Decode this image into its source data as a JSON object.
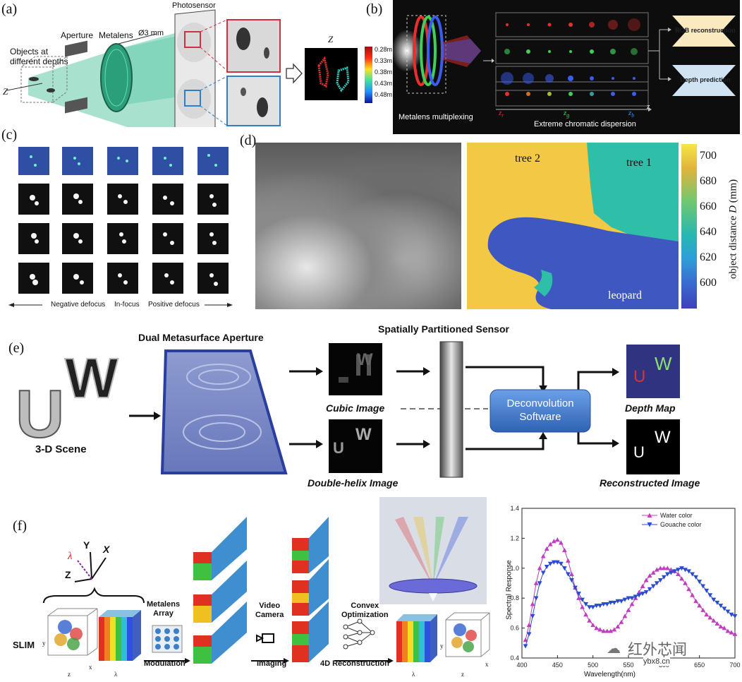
{
  "panel_labels": {
    "a": "(a)",
    "b": "(b)",
    "c": "(c)",
    "d": "(d)",
    "e": "(e)",
    "f": "(f)"
  },
  "panel_a": {
    "objects_label_line1": "Objects at",
    "objects_label_line2": "different depths",
    "aperture": "Aperture",
    "metalens": "Metalens",
    "diameter": "Ø3 mm",
    "photosensor": "Photosensor",
    "axis_z_left": "Z",
    "axis_z_top": "Z",
    "colorbar_ticks": [
      "0.28m",
      "0.33m",
      "0.38m",
      "0.43m",
      "0.48m"
    ]
  },
  "panel_b": {
    "multiplexing": "Metalens multiplexing",
    "dispersion": "Extreme chromatic dispersion",
    "rgb_reconstruction": "RGB reconstruction",
    "depth_prediction": "Depth prediction",
    "zr": "z",
    "zg": "z",
    "zb": "z",
    "sub_r": "r",
    "sub_g": "g",
    "sub_b": "b",
    "axis_z": "z",
    "colors": {
      "red": "#e8302a",
      "green": "#3fd05a",
      "blue": "#3a5cf0"
    }
  },
  "panel_c": {
    "negative": "Negative defocus",
    "in_focus": "In-focus",
    "positive": "Positive defocus"
  },
  "panel_d": {
    "tree2": "tree 2",
    "tree1": "tree 1",
    "leopard": "leopard",
    "colorbar_label_prefix": "object distance ",
    "colorbar_label_var": "D",
    "colorbar_label_unit": " (mm)",
    "colorbar_ticks": [
      "700",
      "680",
      "660",
      "640",
      "620",
      "600"
    ]
  },
  "panel_e": {
    "title_aperture": "Dual Metasurface Aperture",
    "title_sensor": "Spatially Partitioned Sensor",
    "scene": "3-D Scene",
    "letter_u": "U",
    "letter_w": "W",
    "cubic": "Cubic Image",
    "double_helix": "Double-helix Image",
    "deconv_line1": "Deconvolution",
    "deconv_line2": "Software",
    "depth_map": "Depth Map",
    "reconstructed": "Reconstructed Image"
  },
  "panel_f": {
    "slim": "SLIM",
    "metalens_line1": "Metalens",
    "metalens_line2": "Array",
    "modulation": "Modulation",
    "video_line1": "Video",
    "video_line2": "Camera",
    "imaging": "Imaging",
    "convex_line1": "Convex",
    "convex_line2": "Optimization",
    "reconstruction": "4D Reconstruction",
    "axis_lambda": "λ",
    "axis_y": "Y",
    "axis_x": "X",
    "axis_z": "Z",
    "small_y": "y",
    "small_x": "x",
    "small_z": "z",
    "small_lambda": "λ"
  },
  "watermark": {
    "text": "红外芯闻",
    "url": "ybx8.cn"
  },
  "chart_data": {
    "type": "scatter",
    "xlabel": "Wavelength(nm)",
    "ylabel": "Spectral Response",
    "xlim": [
      400,
      700
    ],
    "ylim": [
      0.4,
      1.4
    ],
    "xticks": [
      "400",
      "450",
      "500",
      "550",
      "600",
      "650",
      "700"
    ],
    "yticks": [
      "0.4",
      "0.6",
      "0.8",
      "1.0",
      "1.2",
      "1.4"
    ],
    "legend": "top-right",
    "series": [
      {
        "name": "Water color",
        "marker": "triangle-up",
        "color": "#c03cc0",
        "x": [
          405,
          410,
          415,
          420,
          425,
          430,
          435,
          440,
          445,
          450,
          455,
          460,
          465,
          470,
          475,
          480,
          485,
          490,
          495,
          500,
          505,
          510,
          515,
          520,
          525,
          530,
          535,
          540,
          545,
          550,
          555,
          560,
          565,
          570,
          575,
          580,
          585,
          590,
          595,
          600,
          605,
          610,
          615,
          620,
          625,
          630,
          635,
          640,
          645,
          650,
          655,
          660,
          665,
          670,
          675,
          680,
          685,
          690,
          695,
          700
        ],
        "y": [
          0.52,
          0.62,
          0.76,
          0.9,
          1.0,
          1.08,
          1.13,
          1.16,
          1.18,
          1.19,
          1.17,
          1.12,
          1.05,
          0.96,
          0.87,
          0.8,
          0.74,
          0.69,
          0.65,
          0.62,
          0.6,
          0.59,
          0.58,
          0.58,
          0.58,
          0.59,
          0.61,
          0.64,
          0.68,
          0.72,
          0.76,
          0.8,
          0.84,
          0.88,
          0.92,
          0.95,
          0.97,
          0.99,
          1.0,
          1.0,
          1.0,
          0.99,
          0.98,
          0.96,
          0.93,
          0.9,
          0.86,
          0.82,
          0.78,
          0.75,
          0.72,
          0.69,
          0.67,
          0.65,
          0.63,
          0.61,
          0.6,
          0.58,
          0.57,
          0.56
        ]
      },
      {
        "name": "Gouache color",
        "marker": "triangle-down",
        "color": "#2a4bd0",
        "x": [
          405,
          410,
          415,
          420,
          425,
          430,
          435,
          440,
          445,
          450,
          455,
          460,
          465,
          470,
          475,
          480,
          485,
          490,
          495,
          500,
          505,
          510,
          515,
          520,
          525,
          530,
          535,
          540,
          545,
          550,
          555,
          560,
          565,
          570,
          575,
          580,
          585,
          590,
          595,
          600,
          605,
          610,
          615,
          620,
          625,
          630,
          635,
          640,
          645,
          650,
          655,
          660,
          665,
          670,
          675,
          680,
          685,
          690,
          695,
          700
        ],
        "y": [
          0.48,
          0.56,
          0.68,
          0.8,
          0.9,
          0.97,
          1.01,
          1.03,
          1.04,
          1.04,
          1.03,
          1.0,
          0.96,
          0.92,
          0.87,
          0.83,
          0.79,
          0.76,
          0.74,
          0.74,
          0.75,
          0.75,
          0.76,
          0.76,
          0.77,
          0.77,
          0.78,
          0.78,
          0.79,
          0.8,
          0.8,
          0.81,
          0.82,
          0.83,
          0.84,
          0.86,
          0.88,
          0.9,
          0.92,
          0.94,
          0.96,
          0.97,
          0.98,
          0.99,
          1.0,
          0.99,
          0.98,
          0.96,
          0.94,
          0.91,
          0.88,
          0.85,
          0.82,
          0.79,
          0.77,
          0.75,
          0.73,
          0.71,
          0.69,
          0.68
        ]
      }
    ]
  }
}
